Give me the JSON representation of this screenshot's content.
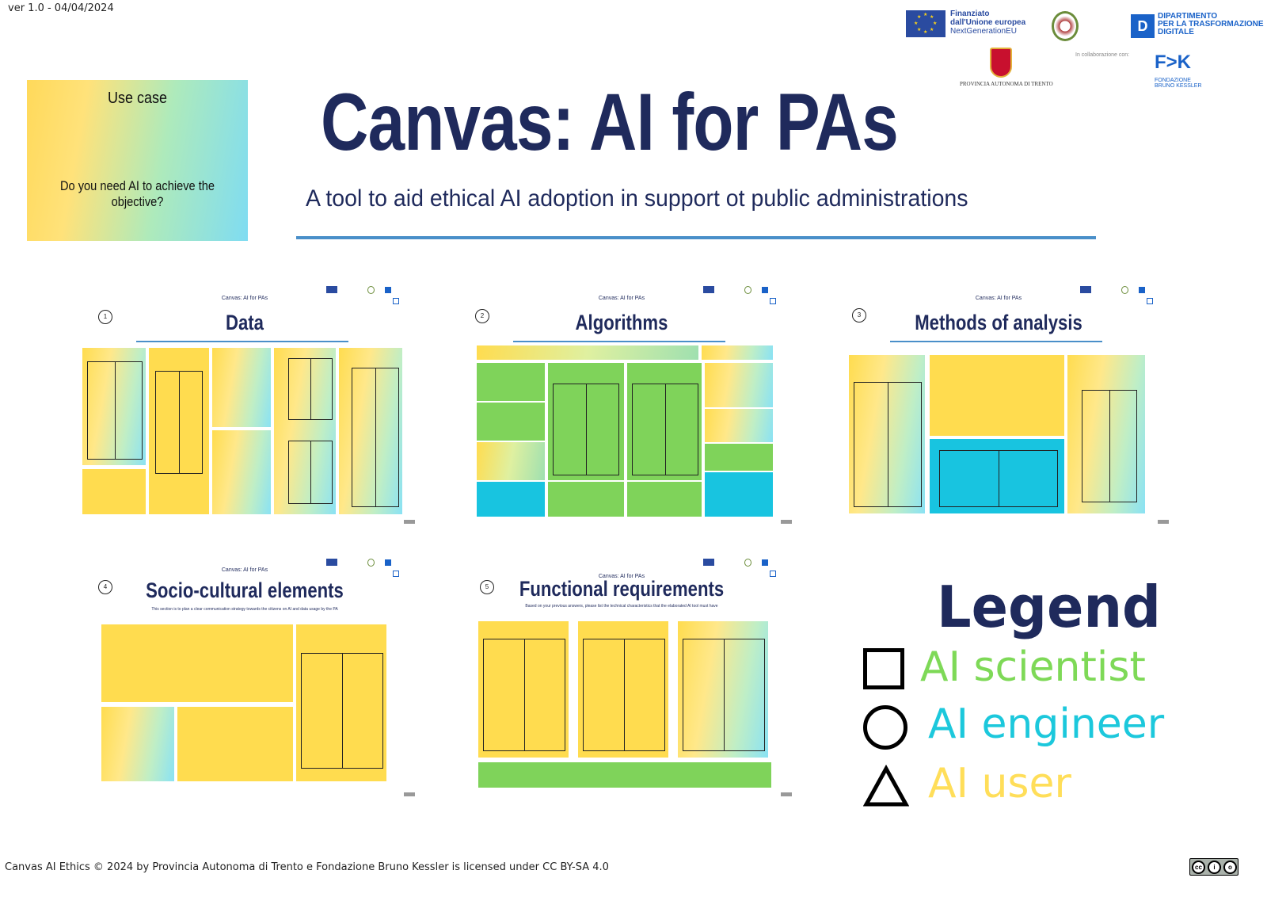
{
  "header": {
    "version": "ver 1.0 - 04/04/2024",
    "title": "Canvas: AI for PAs",
    "subtitle": "A tool to aid ethical AI adoption in support ot public administrations"
  },
  "logos": {
    "eu_line1": "Finanziato",
    "eu_line2": "dall'Unione europea",
    "eu_line3": "NextGenerationEU",
    "dtd_letter": "D",
    "dtd_line1": "DIPARTIMENTO",
    "dtd_line2": "PER LA TRASFORMAZIONE",
    "dtd_line3": "DIGITALE",
    "trento": "PROVINCIA AUTONOMA DI TRENTO",
    "collab": "In collaborazione con:",
    "fbk_mark": "F>K",
    "fbk_line1": "FONDAZIONE",
    "fbk_line2": "BRUNO KESSLER"
  },
  "use_case": {
    "title": "Use case",
    "question": "Do you need AI to achieve the objective?"
  },
  "thumbnails": [
    {
      "number": "1",
      "title": "Data",
      "canvas_label": "Canvas: AI for PAs"
    },
    {
      "number": "2",
      "title": "Algorithms",
      "canvas_label": "Canvas: AI for PAs"
    },
    {
      "number": "3",
      "title": "Methods of analysis",
      "canvas_label": "Canvas: AI for PAs"
    },
    {
      "number": "4",
      "title": "Socio-cultural elements",
      "canvas_label": "Canvas: AI for PAs",
      "description": "This section is to plan a clear communication strategy towards the citizens on AI and data usage by the PA"
    },
    {
      "number": "5",
      "title": "Functional requirements",
      "canvas_label": "Canvas: AI for PAs",
      "description": "Based on your previous answers, please list the technical characteristics that the elaborated AI tool must have"
    }
  ],
  "legend": {
    "title": "Legend",
    "items": [
      {
        "shape": "square",
        "label": "AI scientist",
        "color": "#7ed957"
      },
      {
        "shape": "circle",
        "label": "AI engineer",
        "color": "#1cc8dc"
      },
      {
        "shape": "triangle",
        "label": "AI user",
        "color": "#ffde59"
      }
    ]
  },
  "footer": {
    "license_text": "Canvas AI Ethics © 2024 by Provincia Autonoma di Trento e Fondazione Bruno Kessler is licensed under CC BY-SA 4.0",
    "cc_badge": [
      "cc",
      "i",
      "o"
    ]
  },
  "colors": {
    "navy": "#1f2a5c",
    "rule": "#4a8fc9",
    "yellow": "#ffdc4f",
    "green": "#7fd35a",
    "cyan": "#18c4e0"
  }
}
